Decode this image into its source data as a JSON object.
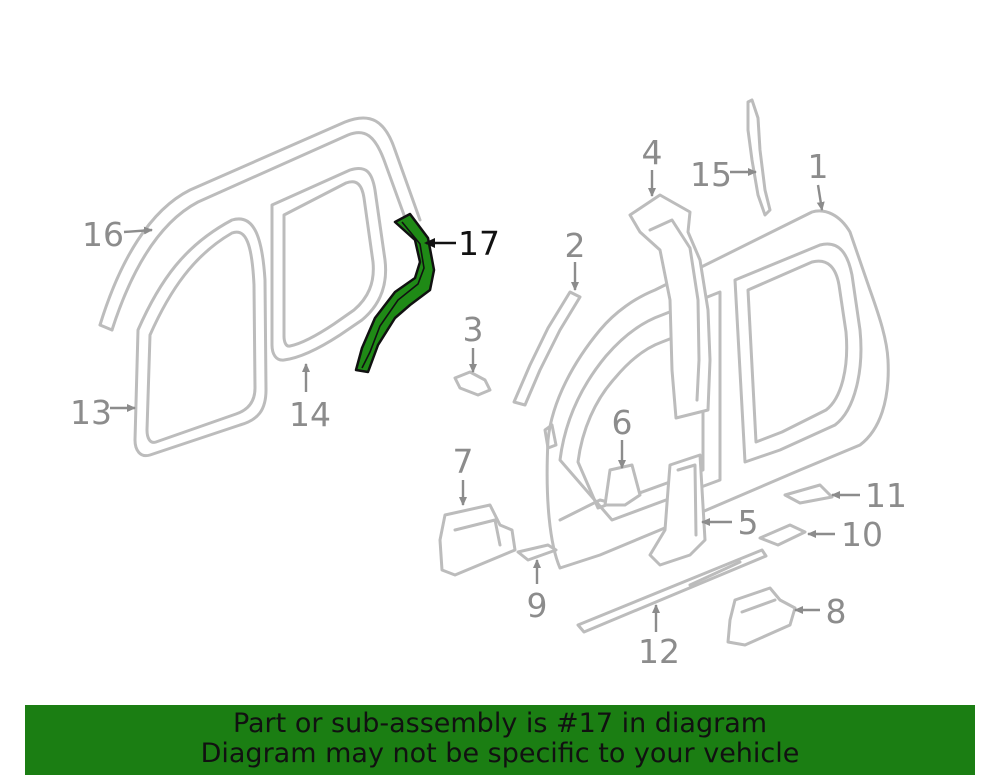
{
  "highlight_color": "#1f8a16",
  "banner_color": "#1b7e13",
  "callouts": {
    "c1": "1",
    "c2": "2",
    "c3": "3",
    "c4": "4",
    "c5": "5",
    "c6": "6",
    "c7": "7",
    "c8": "8",
    "c9": "9",
    "c10": "10",
    "c11": "11",
    "c12": "12",
    "c13": "13",
    "c14": "14",
    "c15": "15",
    "c16": "16",
    "c17": "17"
  },
  "banner": {
    "line1": "Part or sub-assembly is #17 in diagram",
    "line2": "Diagram may not be specific to your vehicle"
  }
}
